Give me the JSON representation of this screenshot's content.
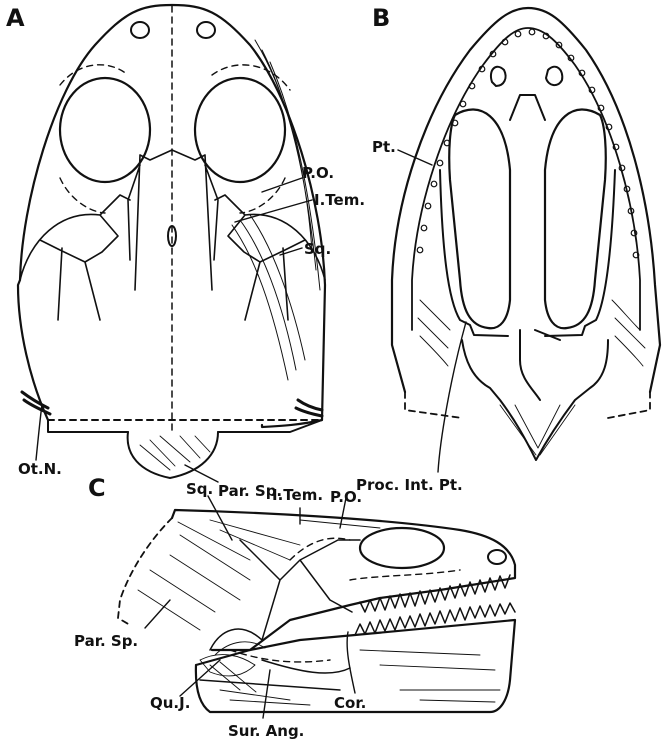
{
  "panels": {
    "a": {
      "letter": "A",
      "labels": {
        "po": "P.O.",
        "item": "I.Tem.",
        "sq": "Sq.",
        "otn": "Ot.N.",
        "parsp": "Par. Sp."
      }
    },
    "b": {
      "letter": "B",
      "labels": {
        "pt": "Pt.",
        "proc": "Proc. Int. Pt."
      }
    },
    "c": {
      "letter": "C",
      "labels": {
        "sq": "Sq.",
        "item": "I.Tem.",
        "po": "P.O.",
        "parsp": "Par. Sp.",
        "quj": "Qu.J.",
        "cor": "Cor.",
        "surang": "Sur. Ang."
      }
    }
  },
  "colors": {
    "ink": "#111111",
    "paper": "#ffffff"
  }
}
